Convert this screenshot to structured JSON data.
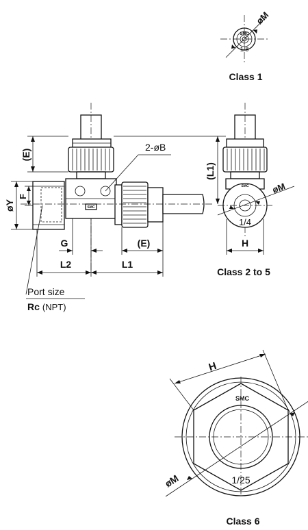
{
  "views": {
    "class1": {
      "caption": "Class 1",
      "dia_label": "øM",
      "brand": "SMC",
      "ratio": "1/8"
    },
    "side": {
      "caption": "Class 2 to 5",
      "dia_label": "øM",
      "brand": "SMC",
      "ratio": "1/4",
      "h_label": "H",
      "l1_label": "(L1)"
    },
    "front": {
      "dim_e_top": "(E)",
      "dim_b": "2-øB",
      "dim_y": "øY",
      "dim_f": "F",
      "dim_g": "G",
      "dim_e_bottom": "(E)",
      "dim_l2": "L2",
      "dim_l1": "L1",
      "brand": "SMC",
      "port_size": "Port size",
      "port_thread": "Rc",
      "port_thread_alt": "(NPT)"
    },
    "class6": {
      "caption": "Class 6",
      "h_label": "H",
      "dia_label": "øM",
      "brand": "SMC",
      "ratio": "1/25"
    }
  }
}
